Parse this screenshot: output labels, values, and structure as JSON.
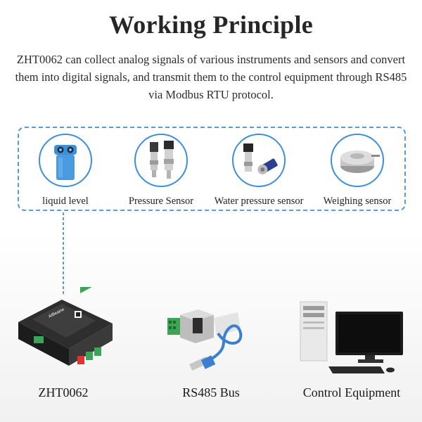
{
  "title": "Working Principle",
  "description": "ZHT0062 can collect analog signals of various instruments and sensors and convert them into digital signals, and transmit them to the control equipment through RS485 via Modbus RTU protocol.",
  "sensors": [
    {
      "label": "liquid level",
      "icon": "liquid-level-sensor-icon"
    },
    {
      "label": "Pressure Sensor",
      "icon": "pressure-sensor-icon"
    },
    {
      "label": "Water pressure sensor",
      "icon": "water-pressure-sensor-icon"
    },
    {
      "label": "Weighing sensor",
      "icon": "weighing-sensor-icon"
    }
  ],
  "devices": [
    {
      "label": "ZHT0062",
      "icon": "zht0062-module-icon"
    },
    {
      "label": "RS485 Bus",
      "icon": "rs485-usb-converter-icon"
    },
    {
      "label": "Control Equipment",
      "icon": "desktop-computer-icon"
    }
  ],
  "module_text": "AIBeaine",
  "colors": {
    "accent": "#5a9bd5",
    "circle_border": "#3c8fd8",
    "terminal_green": "#3aa655"
  }
}
